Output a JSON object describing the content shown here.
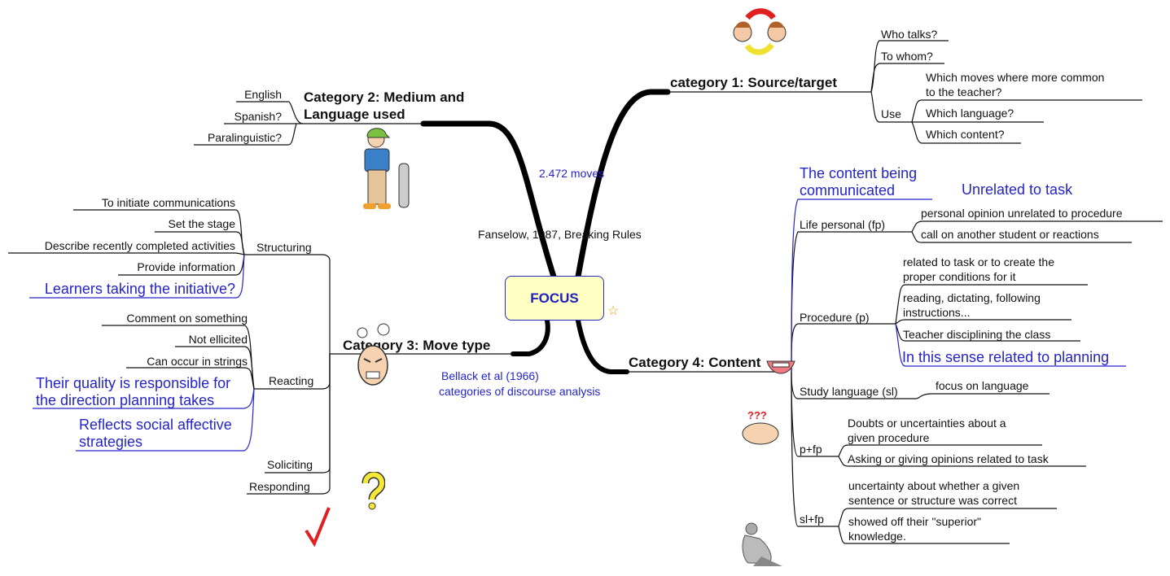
{
  "central": {
    "label": "FOCUS"
  },
  "annotations": {
    "moves": "2.472 moves",
    "source": "Fanselow, 1987, Breaking Rules",
    "bellack_line1": "Bellack et al (1966)",
    "bellack_line2": "categories of discourse analysis"
  },
  "cat1": {
    "title": "category 1: Source/target",
    "who": "Who talks?",
    "whom": "To whom?",
    "use": "Use",
    "use_children": [
      "Which moves where more common",
      "to the teacher?",
      "Which language?",
      "Which content?"
    ]
  },
  "cat2": {
    "title_line1": "Category 2: Medium and",
    "title_line2": "Language used",
    "children": [
      "English",
      "Spanish?",
      "Paralinguistic?"
    ]
  },
  "cat3": {
    "title": "Category 3: Move type",
    "structuring": {
      "label": "Structuring",
      "children": [
        "To initiate communications",
        "Set the stage",
        "Describe recently completed activities",
        "Provide information"
      ],
      "note": "Learners taking the initiative?"
    },
    "reacting": {
      "label": "Reacting",
      "children": [
        "Comment on something",
        "Not ellicited",
        "Can occur in strings"
      ],
      "note1_line1": "Their quality is responsible for",
      "note1_line2": "the direction planning takes",
      "note2_line1": "Reflects social affective",
      "note2_line2": "strategies"
    },
    "soliciting": "Soliciting",
    "responding": "Responding"
  },
  "cat4": {
    "title": "Category 4: Content",
    "note_line1": "The content being",
    "note_line2": "communicated",
    "unrelated": "Unrelated to task",
    "life": {
      "label": "Life personal (fp)",
      "children": [
        "personal opinion unrelated to procedure",
        "call on another student or reactions"
      ]
    },
    "procedure": {
      "label": "Procedure (p)",
      "c1_line1": "related to task or to create the",
      "c1_line2": "proper conditions for it",
      "c2_line1": "reading, dictating, following",
      "c2_line2": "instructions...",
      "c3": "Teacher disciplining the class",
      "note": "In this sense related to planning"
    },
    "study": {
      "label": "Study language (sl)",
      "child": "focus on language"
    },
    "pfp": {
      "label": "p+fp",
      "c1_line1": "Doubts or uncertainties about a",
      "c1_line2": "given procedure",
      "c2": "Asking or giving opinions related to task"
    },
    "slfp": {
      "label": "sl+fp",
      "c1_line1": "uncertainty about whether a given",
      "c1_line2": "sentence or structure was correct",
      "c2_line1": "showed off their \"superior\"",
      "c2_line2": "knowledge."
    }
  },
  "colors": {
    "accent_blue": "#2424c8",
    "focus_fill": "#ffffc4"
  }
}
